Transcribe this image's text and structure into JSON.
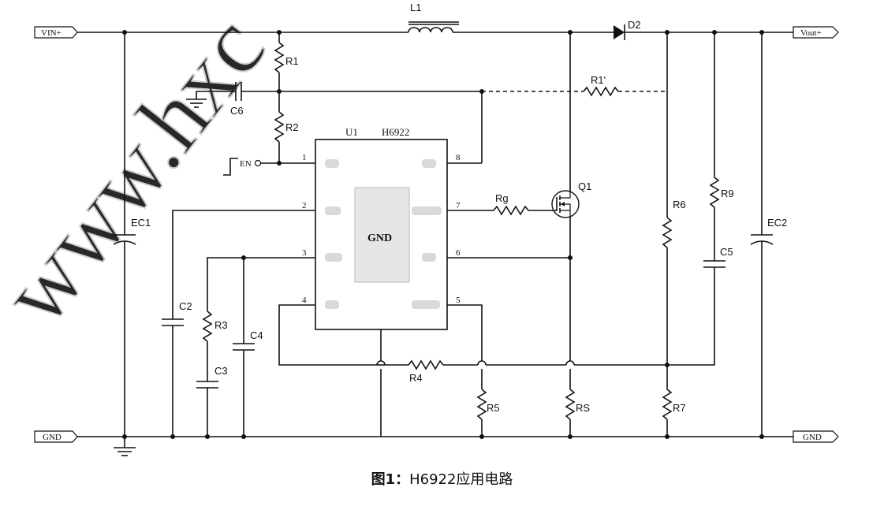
{
  "ports": {
    "vin": "VIN+",
    "vout": "Vout+",
    "gnd_left": "GND",
    "gnd_right": "GND",
    "en": "EN"
  },
  "ic": {
    "ref": "U1",
    "part": "H6922",
    "pad": "GND",
    "pins": [
      "1",
      "2",
      "3",
      "4",
      "5",
      "6",
      "7",
      "8"
    ]
  },
  "components": {
    "L1": "L1",
    "D2": "D2",
    "R1": "R1",
    "R2": "R2",
    "C6": "C6",
    "R1p": "R1'",
    "Q1": "Q1",
    "Rg": "Rg",
    "EC1": "EC1",
    "EC2": "EC2",
    "C2": "C2",
    "R3": "R3",
    "C3": "C3",
    "C4": "C4",
    "R4": "R4",
    "R5": "R5",
    "RS": "RS",
    "R6": "R6",
    "R7": "R7",
    "R9": "R9",
    "C5": "C5"
  },
  "caption": {
    "label": "图1",
    "separator": "：",
    "text": "H6922应用电路"
  },
  "watermark": "www.hxc..."
}
